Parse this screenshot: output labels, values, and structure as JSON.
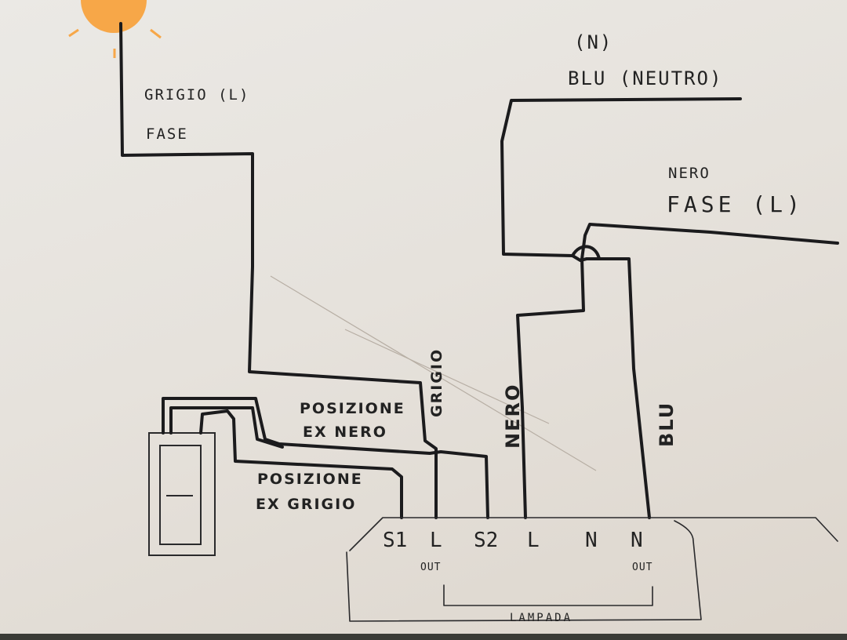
{
  "labels": {
    "grigio_l": "GRIGIO (L)",
    "grigio_fase": "FASE",
    "blu_n": "(N)",
    "blu_neutro": "BLU (NEUTRO)",
    "nero_fase_1": "NERO",
    "nero_fase_2": "FASE (L)",
    "posizione_ex_nero_1": "POSIZIONE",
    "posizione_ex_nero_2": "EX NERO",
    "posizione_ex_grigio_1": "POSIZIONE",
    "posizione_ex_grigio_2": "EX GRIGIO",
    "wire_grigio": "GRIGIO",
    "wire_nero": "NERO",
    "wire_blu": "BLU"
  },
  "module": {
    "terminals": [
      "S1",
      "L",
      "S2",
      "L",
      "N",
      "N"
    ],
    "out_left": "OUT",
    "out_right": "OUT",
    "lampada": "LAMPADA"
  },
  "colors": {
    "ink": "#1b1b1d",
    "paper": "#e9e6e1",
    "sun": "#f7a748"
  }
}
